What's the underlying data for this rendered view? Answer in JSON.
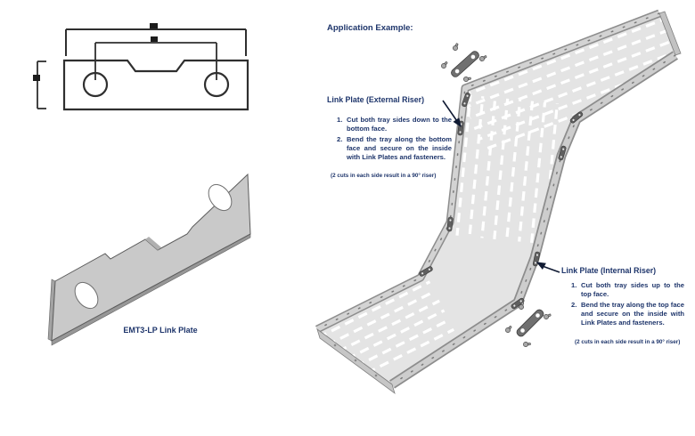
{
  "meta": {
    "accent_color": "#1e356b"
  },
  "left_panel": {
    "plate_label": "EMT3-LP Link Plate"
  },
  "application": {
    "heading": "Application Example:",
    "external": {
      "title": "Link Plate (External Riser)",
      "steps": [
        {
          "num": "1.",
          "text": "Cut both tray sides down to the bottom face."
        },
        {
          "num": "2.",
          "text": "Bend the tray along the bottom face and secure on the inside with Link Plates and fasteners."
        }
      ],
      "note": "(2 cuts in each side result in a 90° riser)"
    },
    "internal": {
      "title": "Link Plate (Internal Riser)",
      "steps": [
        {
          "num": "1.",
          "text": "Cut both tray sides up to the top face."
        },
        {
          "num": "2.",
          "text": "Bend the tray along the top face and secure on the inside with Link Plates and fasteners."
        }
      ],
      "note": "(2 cuts in each side result in a 90° riser)"
    }
  }
}
